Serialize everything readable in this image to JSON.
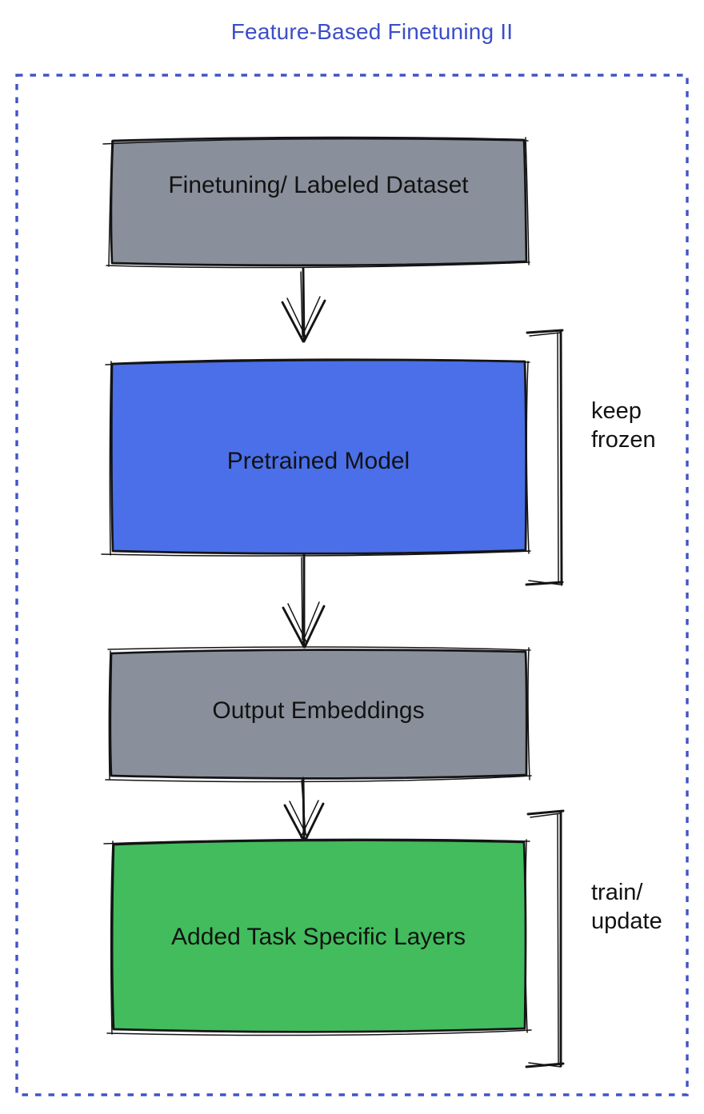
{
  "title": {
    "text": "Feature-Based Finetuning II",
    "color": "#3b4ec8"
  },
  "frame": {
    "color": "#4153c6",
    "style": "dotted"
  },
  "nodes": {
    "dataset": {
      "label": "Finetuning/ Labeled Dataset",
      "fill": "#8a909b"
    },
    "pretrained": {
      "label": "Pretrained Model",
      "fill": "#4a6fe8"
    },
    "embeddings": {
      "label": "Output Embeddings",
      "fill": "#8a909b"
    },
    "task_layers": {
      "label": "Added Task Specific Layers",
      "fill": "#42bc5d"
    }
  },
  "annotations": {
    "keep_frozen": {
      "line1": "keep",
      "line2": "frozen",
      "target": "pretrained"
    },
    "train_update": {
      "line1": "train/",
      "line2": "update",
      "target": "task_layers"
    }
  },
  "flow": [
    "dataset",
    "pretrained",
    "embeddings",
    "task_layers"
  ],
  "ink_color": "#141414"
}
